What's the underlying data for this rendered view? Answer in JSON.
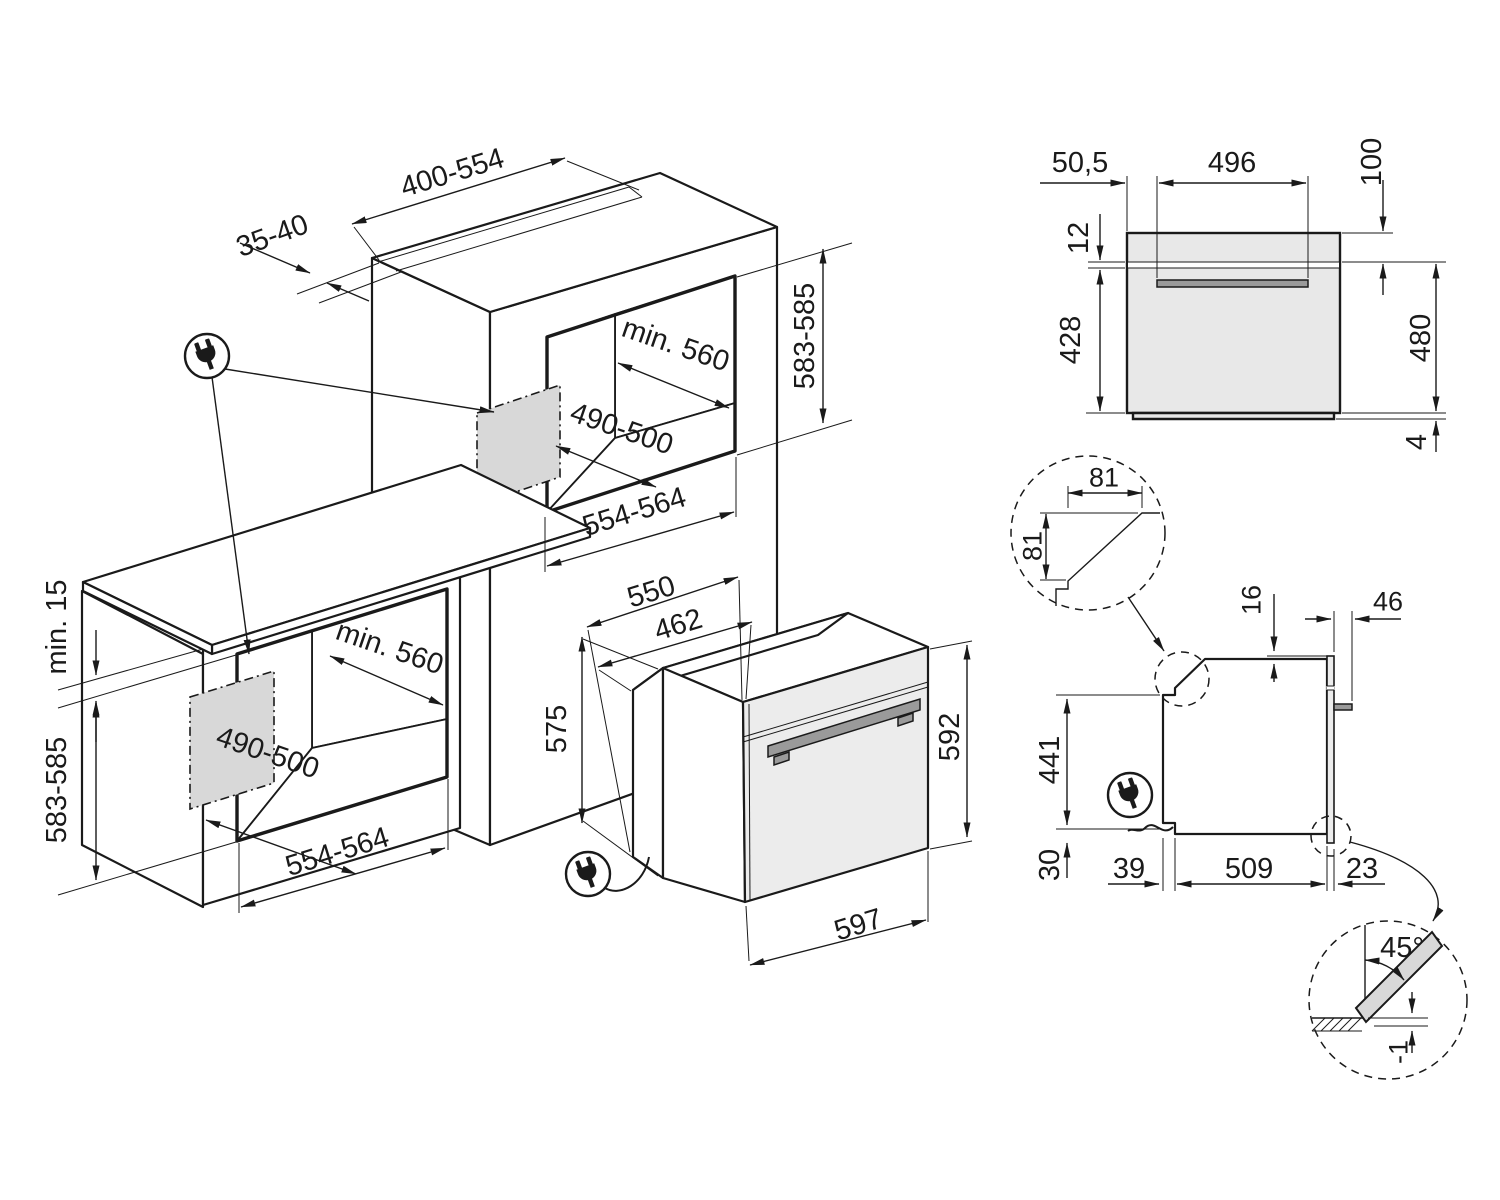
{
  "colors": {
    "line": "#1a1a1a",
    "bg": "#ffffff",
    "patch": "#d8d8d8",
    "door": "#ececec",
    "shade": "#e8e8e8",
    "metal": "#9a9a9a"
  },
  "icons": {
    "plug": "power-plug"
  },
  "dims": {
    "recess_width": "400-554",
    "recess_depth": "35-40",
    "col_niche_depth": "min. 560",
    "col_niche_floor_depth": "490-500",
    "col_niche_width": "554-564",
    "col_niche_height": "583-585",
    "worktop_gap": "min. 15",
    "base_niche_height": "583-585",
    "base_niche_depth": "min. 560",
    "base_niche_floor_depth": "490-500",
    "base_niche_width": "554-564",
    "oven_depth": "550",
    "oven_body_depth": "462",
    "oven_body_height": "575",
    "oven_height": "592",
    "oven_width": "597",
    "rear_side_offset": "50,5",
    "rear_bracket_width": "496",
    "rear_top_offset": "100",
    "rear_band_height": "12",
    "rear_band_to_base": "428",
    "rear_height": "480",
    "rear_plinth_height": "4",
    "chamfer_width": "81",
    "chamfer_height": "81",
    "side_top_gap": "16",
    "side_handle_depth": "46",
    "side_lower_height": "441",
    "side_door_drop": "30",
    "side_cable_offset": "39",
    "side_body_depth": "509",
    "side_door_thickness": "23",
    "door_open_angle": "45°",
    "door_floor_clearance": "-1"
  }
}
